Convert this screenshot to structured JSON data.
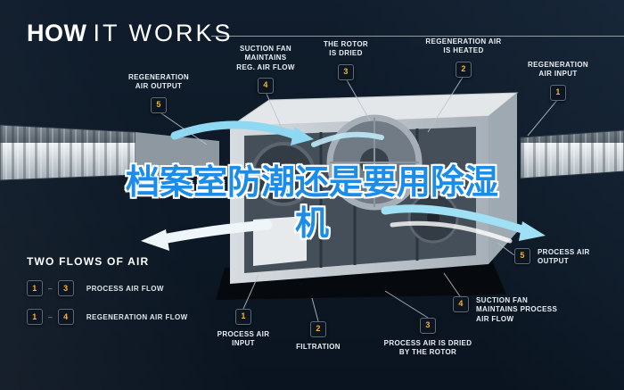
{
  "title": {
    "bold": "HOW",
    "light": "IT WORKS"
  },
  "overlay": {
    "line1": "档案室防潮还是要用除湿",
    "line2": "机"
  },
  "callouts": {
    "reg_output": {
      "num": "5",
      "label": "REGENERATION\nAIR OUTPUT"
    },
    "suction_reg": {
      "num": "4",
      "label": "SUCTION FAN\nMAINTAINS\nREG. AIR FLOW"
    },
    "rotor_dried": {
      "num": "3",
      "label": "THE ROTOR\nIS DRIED"
    },
    "reg_heated": {
      "num": "2",
      "label": "REGENERATION AIR\nIS HEATED"
    },
    "reg_input": {
      "num": "1",
      "label": "REGENERATION\nAIR INPUT"
    },
    "process_output": {
      "num": "5",
      "label": "PROCESS AIR\nOUTPUT"
    },
    "suction_process": {
      "num": "4",
      "label": "SUCTION FAN\nMAINTAINS PROCESS\nAIR FLOW"
    },
    "process_dried": {
      "num": "3",
      "label": "PROCESS AIR IS DRIED\nBY THE ROTOR"
    },
    "filtration": {
      "num": "2",
      "label": "FILTRATION"
    },
    "process_input": {
      "num": "1",
      "label": "PROCESS AIR\nINPUT"
    }
  },
  "legend": {
    "heading": "TWO FLOWS OF AIR",
    "rows": [
      {
        "from": "1",
        "dash": "–",
        "to": "3",
        "label": "PROCESS AIR FLOW"
      },
      {
        "from": "1",
        "dash": "–",
        "to": "4",
        "label": "REGENERATION AIR FLOW"
      }
    ]
  },
  "colors": {
    "background": "#0d1926",
    "overlay_blue": "#1b8ce8",
    "badge_number": "#f2b632",
    "flow_cyan": "#9fe0f5",
    "flow_white": "#eef6fa"
  }
}
